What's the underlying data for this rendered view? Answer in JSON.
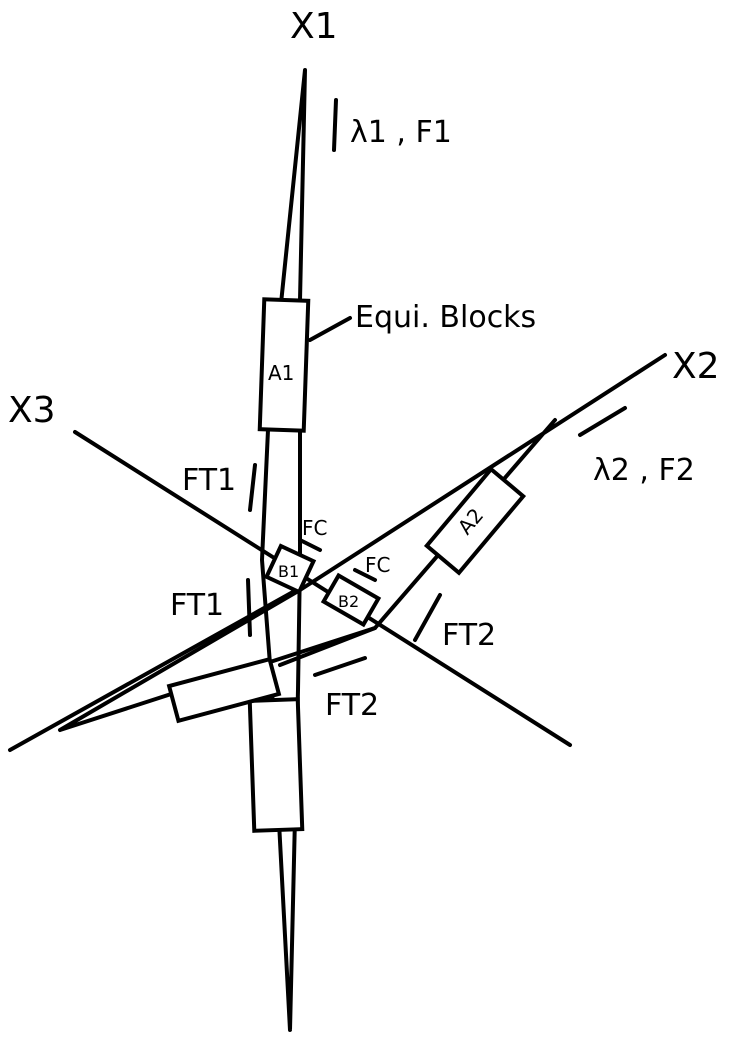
{
  "axes": {
    "x1": "X1",
    "x2": "X2",
    "x3": "X3"
  },
  "labels": {
    "lambda1_f1": "λ1 , F1",
    "lambda2_f2": "λ2 , F2",
    "equi_blocks": "Equi. Blocks",
    "ft1_upper": "FT1",
    "ft1_lower": "FT1",
    "fc_upper": "FC",
    "fc_lower": "FC",
    "ft2_right": "FT2",
    "ft2_lower": "FT2"
  },
  "blocks": {
    "a1": "A1",
    "a2": "A2",
    "b1": "B1",
    "b2": "B2"
  }
}
